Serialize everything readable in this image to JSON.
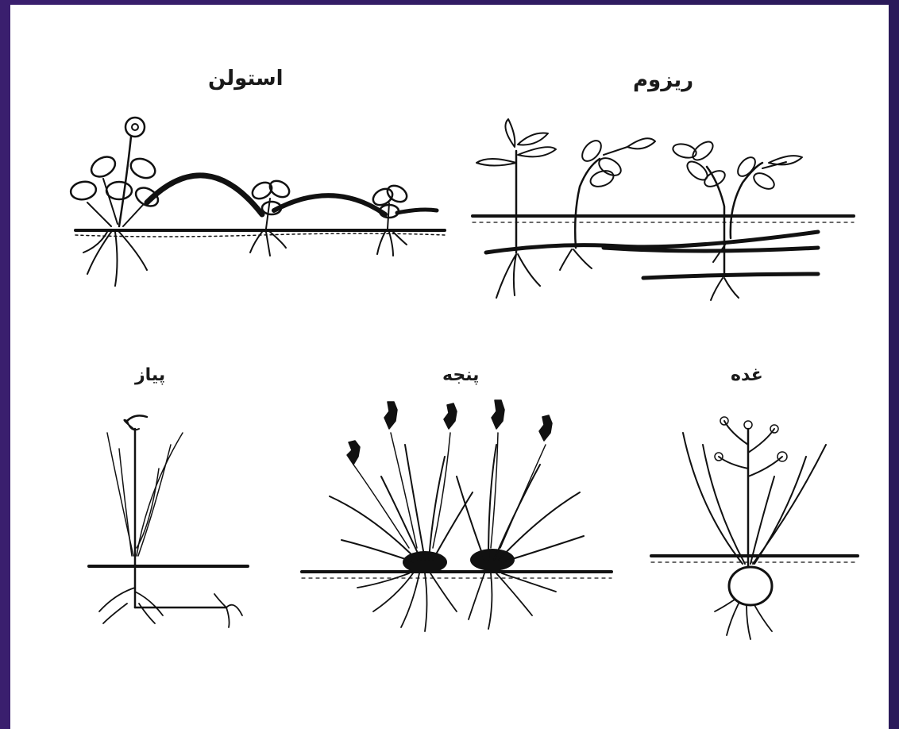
{
  "labels": {
    "stolon": "استولن",
    "rhizome": "ریزوم",
    "bulb_plant": "پیاز",
    "tuft_plant": "پنجه",
    "tuber_plant": "غده"
  }
}
